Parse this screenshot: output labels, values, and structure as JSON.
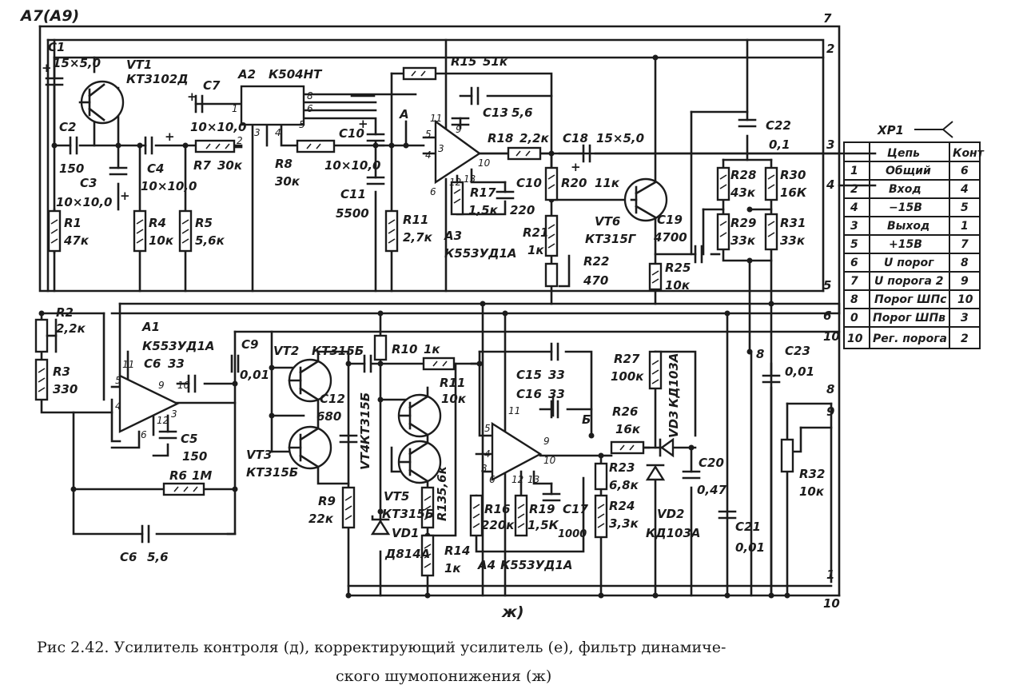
{
  "header_label": "A7(A9)",
  "subfigure_label": "ж)",
  "caption": {
    "line1": "Рис  2.42. Усилитель контроля (д), корректирующий усилитель (е), фильтр динамиче-",
    "line2": "ского шумопонижения (ж)"
  },
  "ics": {
    "a1": {
      "ref": "A1",
      "type": "К553УД1А",
      "pins": [
        "11",
        "5",
        "4",
        "6",
        "9",
        "10",
        "12",
        "3"
      ]
    },
    "a2": {
      "ref": "A2",
      "type": "К504НТ",
      "pins": [
        "1",
        "2",
        "3",
        "4",
        "5",
        "6",
        "8"
      ]
    },
    "a3": {
      "ref": "A3",
      "type": "К553УД1А",
      "pins": [
        "11",
        "5",
        "4",
        "3",
        "6",
        "9",
        "10",
        "12",
        "13"
      ]
    },
    "a4": {
      "ref": "A4",
      "type": "К553УД1А",
      "pins": [
        "11",
        "5",
        "4",
        "6",
        "9",
        "10",
        "12",
        "13",
        "3"
      ]
    }
  },
  "transistors": [
    {
      "ref": "VT1",
      "type": "КТ3102Д"
    },
    {
      "ref": "VT2",
      "type": "КТ315Б"
    },
    {
      "ref": "VT3",
      "type": "КТ315Б"
    },
    {
      "ref": "VT4",
      "type": "КТ315Б"
    },
    {
      "ref": "VT5",
      "type": "КТ315Б"
    },
    {
      "ref": "VT6",
      "type": "КТ315Г"
    }
  ],
  "diodes": [
    {
      "ref": "VD1",
      "type": "Д814А"
    },
    {
      "ref": "VD2",
      "type": "КД103А"
    },
    {
      "ref": "VD3",
      "type": "КД103А"
    }
  ],
  "resistors": {
    "r1": {
      "ref": "R1",
      "value": "47к"
    },
    "r2": {
      "ref": "R2",
      "value": "2,2к"
    },
    "r3": {
      "ref": "R3",
      "value": "330"
    },
    "r4": {
      "ref": "R4",
      "value": "10к"
    },
    "r5": {
      "ref": "R5",
      "value": "5,6к"
    },
    "r6": {
      "ref": "R6",
      "value": "1М"
    },
    "r7": {
      "ref": "R7",
      "value": "30к"
    },
    "r8": {
      "ref": "R8",
      "value": "30к"
    },
    "r9": {
      "ref": "R9",
      "value": "22к"
    },
    "r10": {
      "ref": "R10",
      "value": "1к"
    },
    "r11": {
      "ref": "R11",
      "value": "2,7к"
    },
    "r11b": {
      "ref": "R11",
      "value": "10к"
    },
    "r13": {
      "ref": "R13",
      "value": "5,6к"
    },
    "r14": {
      "ref": "R14",
      "value": "1к"
    },
    "r15": {
      "ref": "R15",
      "value": "51к"
    },
    "r16": {
      "ref": "R16",
      "value": "220к"
    },
    "r17": {
      "ref": "R17",
      "value": "1,5к"
    },
    "r18": {
      "ref": "R18",
      "value": "2,2к"
    },
    "r19": {
      "ref": "R19",
      "value": "1,5К"
    },
    "r20": {
      "ref": "R20",
      "value": "11к"
    },
    "r21": {
      "ref": "R21",
      "value": "1к"
    },
    "r22": {
      "ref": "R22",
      "value": "470"
    },
    "r23": {
      "ref": "R23",
      "value": "6,8к"
    },
    "r24": {
      "ref": "R24",
      "value": "3,3к"
    },
    "r25": {
      "ref": "R25",
      "value": "10к"
    },
    "r26": {
      "ref": "R26",
      "value": "16к"
    },
    "r27": {
      "ref": "R27",
      "value": "100к"
    },
    "r28": {
      "ref": "R28",
      "value": "43к"
    },
    "r29": {
      "ref": "R29",
      "value": "33к"
    },
    "r30": {
      "ref": "R30",
      "value": "16К"
    },
    "r31": {
      "ref": "R31",
      "value": "33к"
    },
    "r32": {
      "ref": "R32",
      "value": "10к"
    }
  },
  "capacitors": {
    "c1": {
      "ref": "C1",
      "value": "15×5,0"
    },
    "c2": {
      "ref": "C2",
      "value": "150"
    },
    "c3": {
      "ref": "C3",
      "value": "10×10,0"
    },
    "c4": {
      "ref": "C4",
      "value": "10×10,0"
    },
    "c5": {
      "ref": "C5",
      "value": "150"
    },
    "c6": {
      "ref": "C6",
      "value": "33"
    },
    "c6b": {
      "ref": "C6",
      "value": "5,6"
    },
    "c7": {
      "ref": "C7",
      "value": "10×10,0"
    },
    "c9": {
      "ref": "C9",
      "value": "0,01"
    },
    "c10": {
      "ref": "C10",
      "value": "10×10,0"
    },
    "c10b": {
      "ref": "C10",
      "value": "220"
    },
    "c11": {
      "ref": "C11",
      "value": "5500"
    },
    "c12": {
      "ref": "C12",
      "value": "680"
    },
    "c13": {
      "ref": "C13",
      "value": "5,6"
    },
    "c15": {
      "ref": "C15",
      "value": "33"
    },
    "c16": {
      "ref": "C16",
      "value": "33"
    },
    "c17": {
      "ref": "C17",
      "value": "1000"
    },
    "c18": {
      "ref": "C18",
      "value": "15×5,0"
    },
    "c19": {
      "ref": "C19",
      "value": "4700"
    },
    "c20": {
      "ref": "C20",
      "value": "0,47"
    },
    "c21": {
      "ref": "C21",
      "value": "0,01"
    },
    "c22": {
      "ref": "C22",
      "value": "0,1"
    },
    "c23": {
      "ref": "C23",
      "value": "0,01"
    }
  },
  "nodes": {
    "a": "А",
    "b": "Б",
    "n8": "8"
  },
  "bus_numbers": {
    "top": [
      "7",
      "2",
      "3",
      "4",
      "5",
      "6",
      "10"
    ],
    "bottom": [
      "8",
      "9",
      "1",
      "10"
    ]
  },
  "connector": {
    "ref": "XP1",
    "headers": [
      "Цепь",
      "Конт"
    ],
    "rows": [
      {
        "wire": "1",
        "circuit": "Общий",
        "contact": "6"
      },
      {
        "wire": "2",
        "circuit": "Вход",
        "contact": "4"
      },
      {
        "wire": "4",
        "circuit": "−15В",
        "contact": "5"
      },
      {
        "wire": "3",
        "circuit": "Выход",
        "contact": "1"
      },
      {
        "wire": "5",
        "circuit": "+15В",
        "contact": "7"
      },
      {
        "wire": "6",
        "circuit": "U порог",
        "contact": "8"
      },
      {
        "wire": "7",
        "circuit": "U порога 2",
        "contact": "9"
      },
      {
        "wire": "8",
        "circuit": "Порог ШПс",
        "contact": "10"
      },
      {
        "wire": "0",
        "circuit": "Порог ШПв",
        "contact": "3"
      },
      {
        "wire": "10",
        "circuit": "Рег. порога",
        "contact": "2"
      }
    ]
  }
}
